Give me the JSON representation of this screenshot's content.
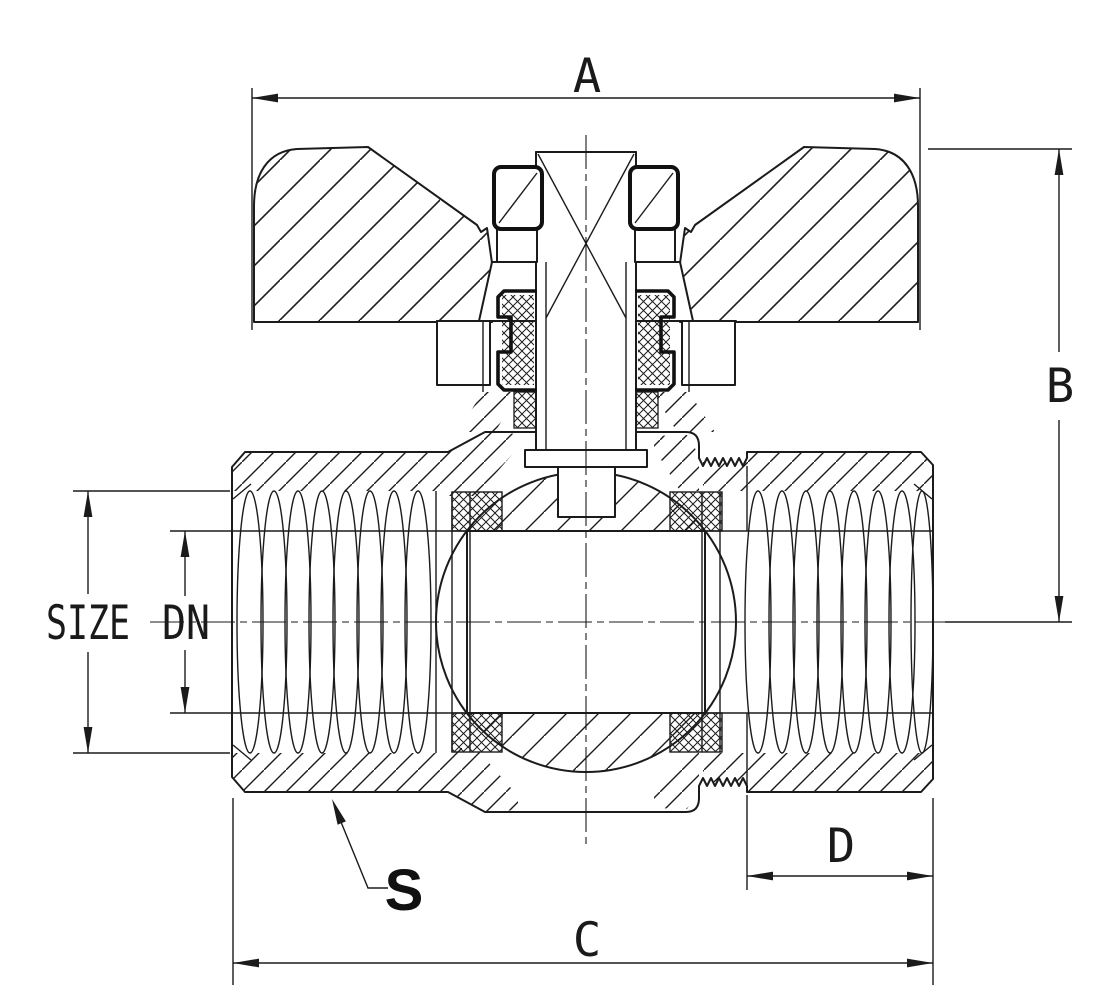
{
  "drawing": {
    "kind": "ball valve cross-section, butterfly wing handle, two female threaded ports",
    "dimension_labels": {
      "a": "A",
      "b": "B",
      "c": "C",
      "d": "D",
      "size": "SIZE",
      "dn": "DN",
      "s": "S"
    },
    "colors": {
      "line_color": "#1b1b1b",
      "background": "#ffffff"
    }
  }
}
